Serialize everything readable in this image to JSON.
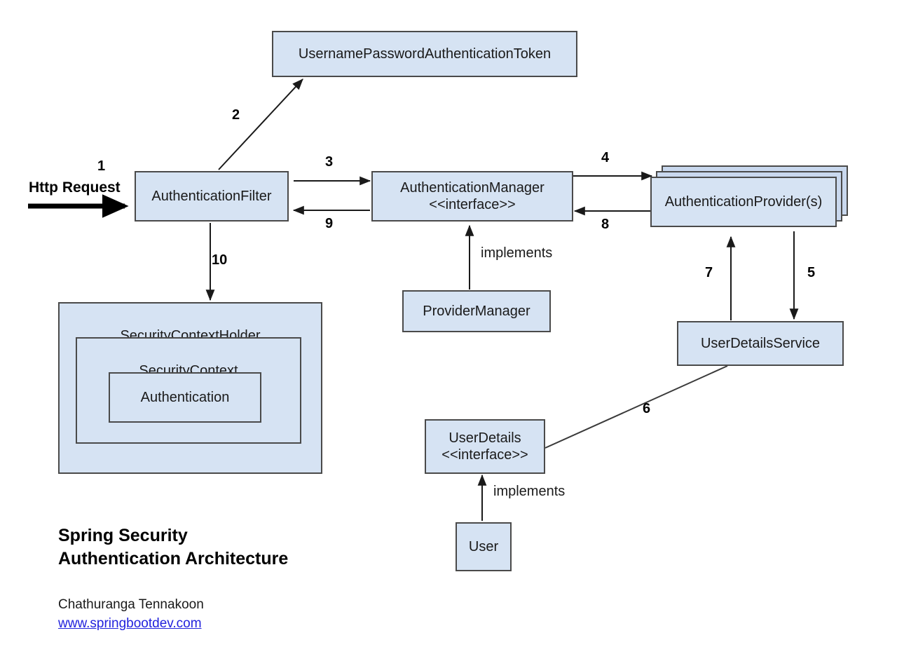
{
  "diagram": {
    "title_lines": [
      "Spring Security",
      "Authentication Architecture"
    ],
    "author": "Chathuranga Tennakoon",
    "url": "www.springbootdev.com",
    "box_fill": "#d6e3f3",
    "box_stroke": "#4a4a4a",
    "link_color": "#2222dd",
    "nodes": {
      "token": "UsernamePasswordAuthenticationToken",
      "auth_filter": "AuthenticationFilter",
      "auth_manager": "AuthenticationManager\n<<interface>>",
      "auth_provider": "AuthenticationProvider(s)",
      "provider_manager": "ProviderManager",
      "user_details_service": "UserDetailsService",
      "user_details": "UserDetails\n<<interface>>",
      "user": "User",
      "security_context_holder": "SecurityContextHolder",
      "security_context": "SecurityContext",
      "authentication": "Authentication"
    },
    "edge_labels": {
      "http_request": "Http Request",
      "n1": "1",
      "n2": "2",
      "n3": "3",
      "n4": "4",
      "n5": "5",
      "n6": "6",
      "n7": "7",
      "n8": "8",
      "n9": "9",
      "n10": "10",
      "implements_manager": "implements",
      "implements_user": "implements"
    }
  }
}
